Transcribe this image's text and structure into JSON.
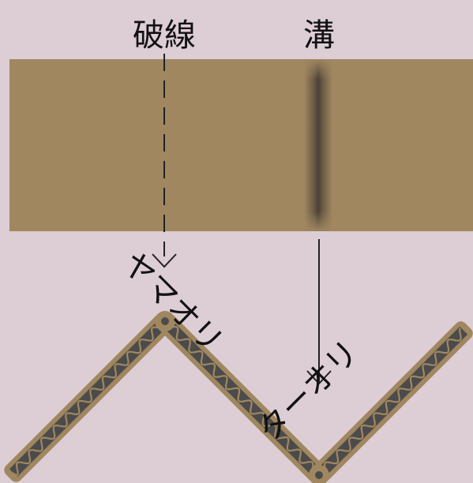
{
  "labels": {
    "perforation": "破線",
    "groove": "溝",
    "mountain_fold": "ヤマオリ",
    "valley_fold": "ターオリ"
  },
  "colors": {
    "background": "#ddcdd5",
    "board": "#a08760",
    "board_edge": "#8a7350",
    "flute_fill": "#4b4b4b",
    "line": "#222222"
  },
  "icons": {
    "perforation_arrow": "arrow-down-icon",
    "groove_arrow": "arrow-down-icon"
  }
}
